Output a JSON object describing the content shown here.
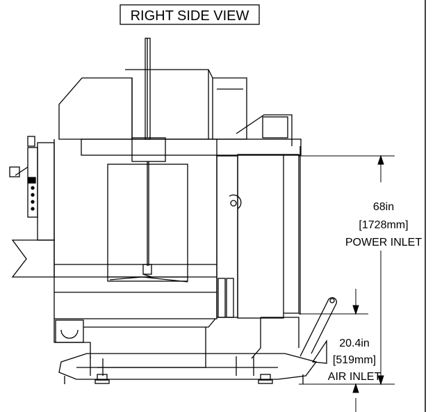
{
  "title": "RIGHT SIDE VIEW",
  "dimensions": {
    "power": {
      "value_in": "68in",
      "value_mm": "[1728mm]",
      "label": "POWER INLET"
    },
    "air": {
      "value_in": "20.4in",
      "value_mm": "[519mm]",
      "label": "AIR INLET"
    }
  },
  "colors": {
    "line": "#000000",
    "background": "#ffffff"
  }
}
